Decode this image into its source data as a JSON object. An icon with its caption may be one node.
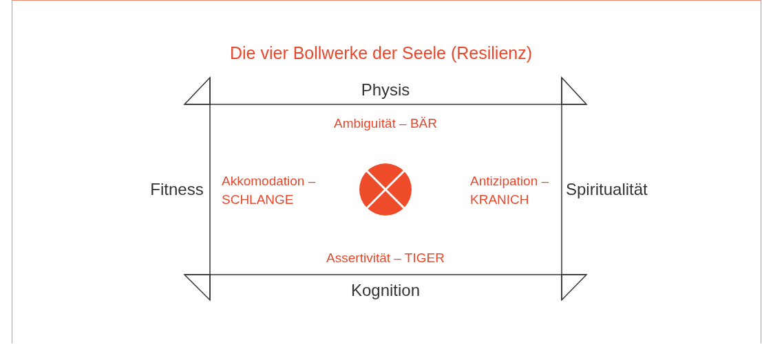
{
  "diagram": {
    "title": "Die vier Bollwerke der Seele (Resilienz)",
    "labels": [
      "Physis",
      "Ambiguität – BÄR",
      "Fitness",
      "Akkomodation – SCHLANGE",
      "Antizipation – KRANICH",
      "Spiritualität",
      "Assertivität – TIGER",
      "Kognition"
    ]
  }
}
